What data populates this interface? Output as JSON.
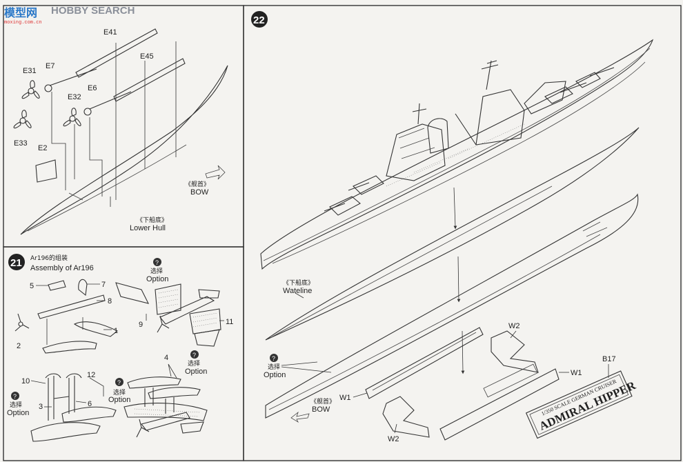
{
  "watermark": {
    "cn": "模型网",
    "en": "HOBBY SEARCH",
    "url": "moxing.com.cn"
  },
  "steps": {
    "s21": {
      "num": "21",
      "title_cn": "Ar196的组装",
      "title_en": "Assembly of Ar196"
    },
    "s22": {
      "num": "22"
    }
  },
  "hull": {
    "parts": [
      "E41",
      "E45",
      "E31",
      "E7",
      "E32",
      "E6",
      "E33",
      "E2"
    ],
    "bow_cn": "《舰首》",
    "bow_en": "BOW",
    "lower_cn": "《下船底》",
    "lower_en": "Lower Hull"
  },
  "aircraft": {
    "parts": [
      "5",
      "7",
      "8",
      "1",
      "2",
      "9",
      "11",
      "10",
      "12",
      "3",
      "6",
      "4"
    ],
    "option_cn": "选择",
    "option_en": "Option",
    "option_mark": "?"
  },
  "ship": {
    "wl_cn": "《下船底》",
    "wl_en": "Wateline",
    "bow_cn": "《舰首》",
    "bow_en": "BOW",
    "parts": [
      "W2",
      "W1",
      "W1",
      "W2",
      "B17"
    ],
    "plate_small": "1/350 SCALE GERMAN CRUISER",
    "plate_name": "ADMIRAL HIPPER"
  }
}
